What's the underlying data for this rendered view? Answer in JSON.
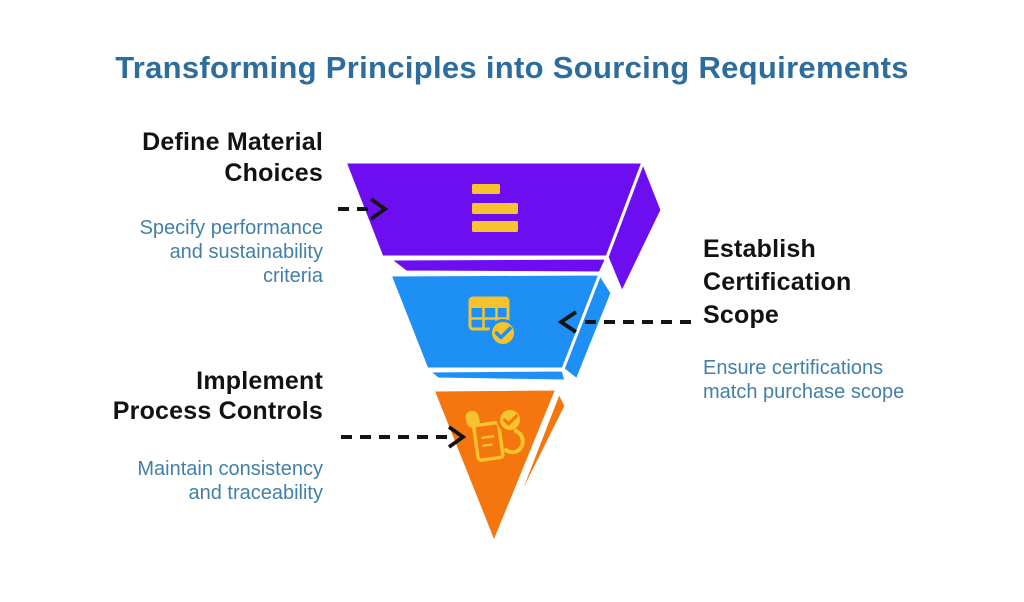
{
  "title": {
    "text": "Transforming Principles into Sourcing Requirements",
    "color": "#2d6d9e"
  },
  "colors": {
    "background": "#ffffff",
    "stage_purple": "#6d0ef1",
    "stage_blue": "#1d8ff5",
    "stage_orange": "#f5750e",
    "icon_yellow": "#f6c22d",
    "heading_text": "#121212",
    "subtitle_text": "#4180a9",
    "arrow": "#141414"
  },
  "stages": [
    {
      "name": "Define Material Choices",
      "heading_lines": [
        "Define Material",
        "Choices"
      ],
      "subtitle_lines": [
        "Specify performance",
        "and sustainability",
        "criteria"
      ],
      "color": "#6d0ef1",
      "icon": "list-lines-icon",
      "label_side": "left"
    },
    {
      "name": "Establish Certification Scope",
      "heading_lines": [
        "Establish",
        "Certification",
        "Scope"
      ],
      "subtitle_lines": [
        "Ensure certifications",
        "match purchase scope"
      ],
      "color": "#1d8ff5",
      "icon": "table-check-icon",
      "label_side": "right"
    },
    {
      "name": "Implement Process Controls",
      "heading_lines": [
        "Implement",
        "Process Controls"
      ],
      "subtitle_lines": [
        "Maintain consistency",
        "and traceability"
      ],
      "color": "#f5750e",
      "icon": "document-check-hands-icon",
      "label_side": "left"
    }
  ]
}
